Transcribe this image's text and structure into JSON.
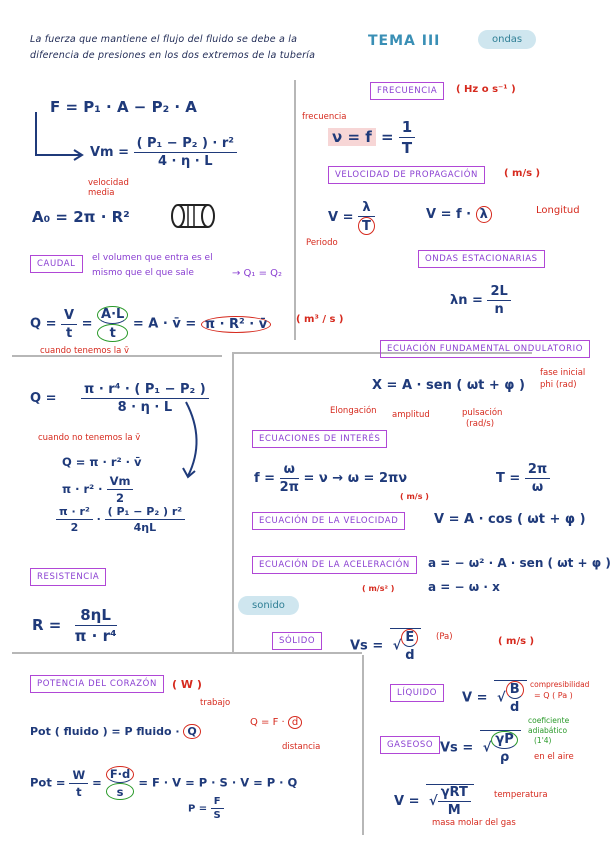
{
  "intro": {
    "line1": "La fuerza que mantiene el flujo del fluido se debe a la",
    "line2": "diferencia de presiones en los dos extremos de la tubería"
  },
  "header": {
    "tema": "TEMA III",
    "pill_ondas": "ondas"
  },
  "left": {
    "f_eq": "F = P₁ · A − P₂ · A",
    "vm_lhs": "Vm =",
    "vm_num": "( P₁ − P₂ ) · r²",
    "vm_den": "4 · η · L",
    "vm_note": "velocidad media",
    "ao_eq": "A₀ = 2π · R²",
    "caudal_box": "CAUDAL",
    "caudal_text1": "el volumen que entra es el",
    "caudal_text2": "mismo que el que sale",
    "caudal_eq": "→ Q₁ = Q₂",
    "q_lhs": "Q =",
    "q_f1_num": "V",
    "q_f1_den": "t",
    "q_f2_num": "A·L",
    "q_f2_den": "t",
    "q_mid1": "= A · v̄ =",
    "q_mid2": "π · R² · v̄",
    "q_unit": "( m³ / s )",
    "q_note": "cuando tenemos la v̄",
    "q2_lhs": "Q =",
    "q2_num": "π · r⁴ · ( P₁ − P₂ )",
    "q2_den": "8 · η · L",
    "q2_note": "cuando no tenemos la v̄",
    "q3": "Q = π · r² · v̄",
    "q4_a": "π · r² ·",
    "q4_num": "Vm",
    "q4_den": "2",
    "q5_a_num": "π · r²",
    "q5_a_den": "2",
    "q5_b_num": "( P₁ − P₂ ) r²",
    "q5_b_den": "4ηL",
    "resistencia_box": "RESISTENCIA",
    "r_lhs": "R =",
    "r_num": "8ηL",
    "r_den": "π · r⁴",
    "potencia_box": "POTENCIA DEL CORAZÓN",
    "potencia_unit": "( W )",
    "trabajo_note": "trabajo",
    "pot_fluido": "Pot ( fluido ) = P fluido ·",
    "pot_fluido_q": "Q",
    "qfd": "Q = F ·",
    "qfd_d": "d",
    "distancia_note": "distancia",
    "pot_lhs": "Pot =",
    "pot_f1_num": "W",
    "pot_f1_den": "t",
    "pot_f2_num": "F·d",
    "pot_f2_den": "s",
    "pot_mid": "=  F · V  =  P · S · V  = P · Q",
    "p_eq": "P =",
    "p_num": "F",
    "p_den": "S"
  },
  "right": {
    "frecuencia_box": "FRECUENCIA",
    "frecuencia_unit": "( Hz o s⁻¹ )",
    "frecuencia_note": "frecuencia",
    "nu_eq": "ν = f",
    "nu_num": "1",
    "nu_den": "T",
    "velocidad_box": "VELOCIDAD DE PROPAGACIÓN",
    "velocidad_unit": "( m/s )",
    "v_lhs": "V =",
    "v_num": "λ",
    "v_den": "T",
    "v_eq2": "V = f ·",
    "lambda": "λ",
    "longitud_note": "Longitud",
    "periodo_note": "Periodo",
    "ondas_box": "ONDAS ESTACIONARIAS",
    "lambda_n": "λn =",
    "ln_num": "2L",
    "ln_den": "n",
    "ecuacion_box": "ECUACIÓN FUNDAMENTAL ONDULATORIO",
    "x_eq": "X = A · sen ( ωt + φ )",
    "fase_note1": "fase inicial",
    "fase_note2": "phi (rad)",
    "elongacion_note": "Elongación",
    "amplitud_note": "amplitud",
    "pulsacion_note1": "pulsación",
    "pulsacion_note2": "(rad/s)",
    "ec_box": "ECUACIONES DE INTERÉS",
    "f_lhs": "f =",
    "f_num": "ω",
    "f_den": "2π",
    "f_rest": "= ν  → ω = 2πν",
    "ms_unit": "( m/s )",
    "t_lhs": "T =",
    "t_num": "2π",
    "t_den": "ω",
    "ecvel_box": "ECUACIÓN DE LA VELOCIDAD",
    "v_cos": "V = A · cos ( ωt + φ )",
    "ecacel_box": "ECUACIÓN DE LA ACELERACIÓN",
    "a_eq1": "a = − ω² · A · sen ( ωt + φ )",
    "a_unit": "( m/s² )",
    "a_eq2": "a = − ω · x",
    "sonido_pill": "sonido",
    "solido_box": "SÓLIDO",
    "vs_lhs": "Vs =",
    "vs_num": "E",
    "vs_den": "d",
    "pa_note": "(Pa)",
    "solido_unit": "( m/s )",
    "liquido_box": "LÍQUIDO",
    "vl_lhs": "V =",
    "vl_num": "B",
    "vl_den": "d",
    "comp_note1": "compresibilidad",
    "comp_note2": "= Q ( Pa )",
    "gaseoso_box": "GASEOSO",
    "vg_lhs": "Vs =",
    "vg_num": "γP",
    "vg_den": "ρ",
    "coef_note1": "coeficiente",
    "coef_note2": "adiabático",
    "coef_note3": "(1'4)",
    "aire_note": "en el aire",
    "vt_lhs": "V =",
    "vt_num": "γRT",
    "vt_den": "M",
    "temp_note": "temperatura",
    "masa_note": "masa molar del gas"
  }
}
